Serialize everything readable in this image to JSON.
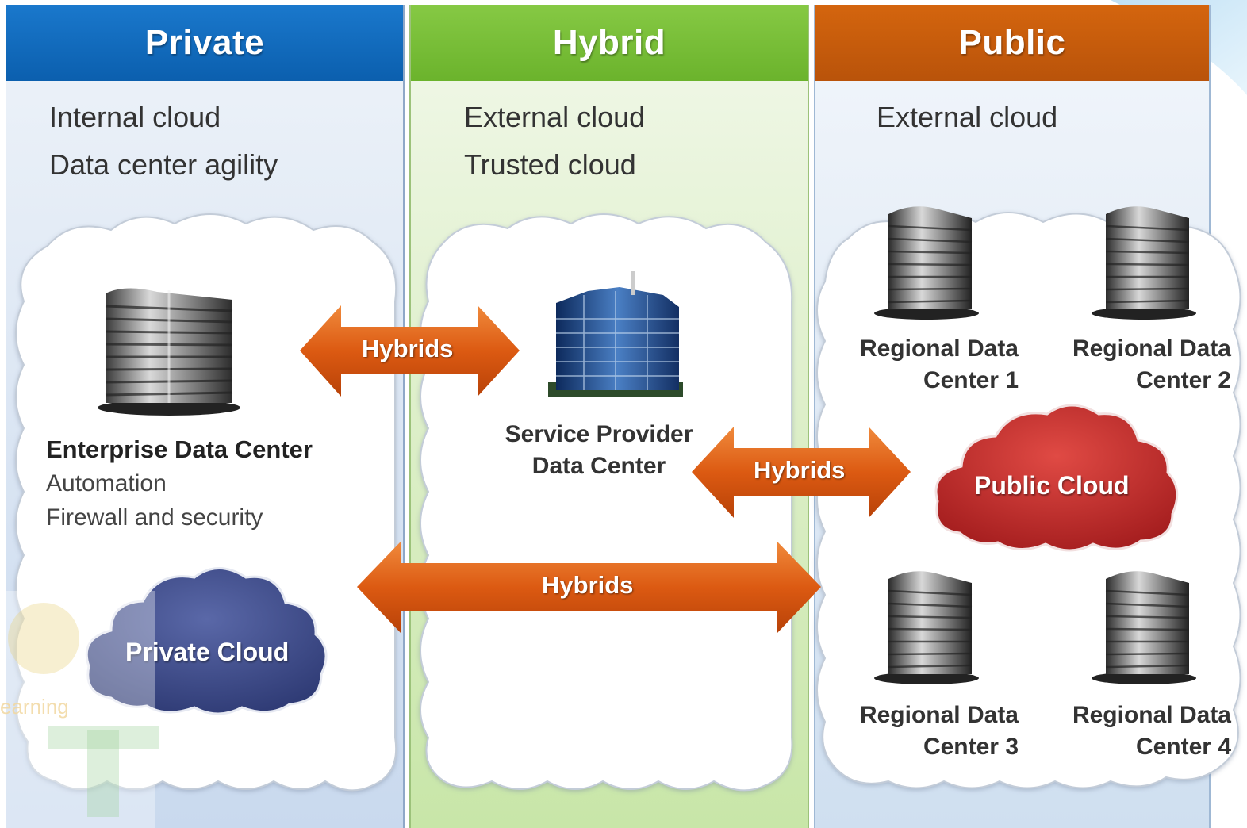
{
  "columns": {
    "private": {
      "title": "Private",
      "lines": [
        "Internal cloud",
        "Data center agility"
      ]
    },
    "hybrid": {
      "title": "Hybrid",
      "lines": [
        "External cloud",
        "Trusted cloud"
      ]
    },
    "public": {
      "title": "Public",
      "lines": [
        "External cloud"
      ]
    }
  },
  "enterprise": {
    "name": "Enterprise Data Center",
    "features": [
      "Automation",
      "Firewall and security"
    ]
  },
  "service_provider": {
    "line1": "Service Provider",
    "line2": "Data Center"
  },
  "clouds": {
    "private": "Private Cloud",
    "public": "Public Cloud"
  },
  "arrows": {
    "top": "Hybrids",
    "middle": "Hybrids",
    "bottom": "Hybrids"
  },
  "regional": [
    {
      "line1": "Regional Data",
      "line2": "Center 1"
    },
    {
      "line1": "Regional Data",
      "line2": "Center 2"
    },
    {
      "line1": "Regional Data",
      "line2": "Center 3"
    },
    {
      "line1": "Regional Data",
      "line2": "Center 4"
    }
  ],
  "watermark": "earning",
  "colors": {
    "private": "#0b5fae",
    "hybrid": "#6bb32c",
    "public": "#b9530a",
    "arrow": "#e0601a",
    "private_cloud": "#3d4a86",
    "public_cloud": "#c0282a"
  }
}
